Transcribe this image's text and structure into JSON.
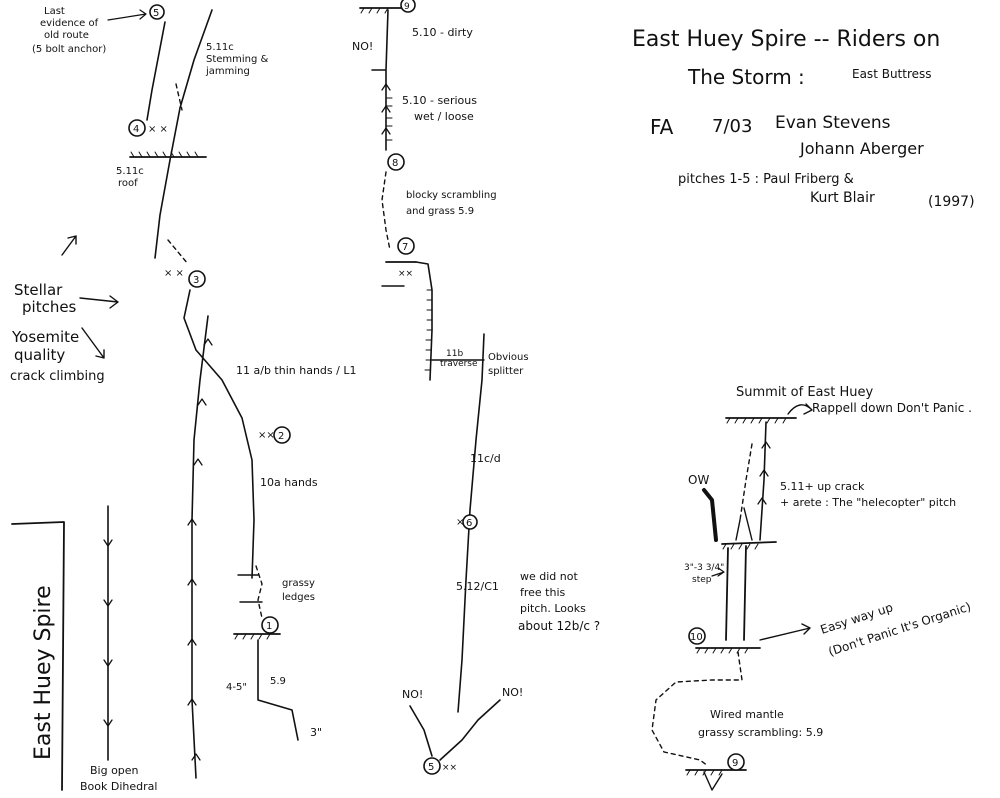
{
  "title": {
    "line1": "East Huey Spire -- Riders on",
    "line2_a": "The Storm :",
    "line2_b": "East Buttress"
  },
  "fa": {
    "label": "FA",
    "date": "7/03",
    "climber1": "Evan Stevens",
    "climber2": "Johann Aberger",
    "pitches_note": "pitches 1-5 : Paul Friberg &",
    "climber3": "Kurt Blair",
    "year": "(1997)"
  },
  "formation_label": "East Huey Spire",
  "bottom_label": {
    "line1": "Big open",
    "line2": "Book Dihedral"
  },
  "left_notes": {
    "stellar1": "Stellar",
    "stellar2": "pitches",
    "yos1": "Yosemite",
    "yos2": "quality",
    "yos3": "crack climbing"
  },
  "col1": {
    "top_note1": "Last",
    "top_note2": "evidence of",
    "top_note3": "old route",
    "top_note4": "(5 bolt anchor)",
    "pitch5_anchor": "5",
    "grade_511c_stem": "5.11c",
    "stem1": "Stemming &",
    "stem2": "jamming",
    "anchor4": "4",
    "grade_roof": "5.11c",
    "roof": "roof",
    "anchor3": "3",
    "grade_11ab": "11 a/b   thin hands / L1",
    "anchor2": "2",
    "grade_10a": "10a hands",
    "grassy1": "grassy",
    "grassy2": "ledges",
    "anchor1": "1",
    "size_45": "4-5\"",
    "grade_59": "5.9",
    "size_3": "3\""
  },
  "col2": {
    "anchor_top": "9",
    "grade_510_dirty": "5.10 - dirty",
    "no1": "NO!",
    "grade_510_serious": "5.10 - serious",
    "wet_loose": "wet / loose",
    "anchor8": "8",
    "blocky1": "blocky scrambling",
    "blocky2": "and grass  5.9",
    "anchor7": "7",
    "traverse1": "11b",
    "traverse2": "traverse",
    "obvious1": "Obvious",
    "obvious2": "splitter",
    "grade_11cd": "11c/d",
    "anchor6": "6",
    "grade_512c1": "5.12/C1",
    "not_free1": "we did not",
    "not_free2": "free this",
    "not_free3": "pitch. Looks",
    "not_free4": "about 12b/c ?",
    "no2": "NO!",
    "no3": "NO!",
    "anchor5": "5"
  },
  "col3": {
    "summit": "Summit of East Huey",
    "rappel": "Rappell down Don't Panic .",
    "ow": "OW",
    "crack1": "5.11+ up crack",
    "crack2": "+ arete : The \"helecopter\" pitch",
    "size_334": "3\"-3 3/4\"",
    "step": "step",
    "easy1": "Easy way up",
    "easy2": "(Don't Panic It's Organic)",
    "anchor10": "10",
    "wired1": "Wired mantle",
    "wired2": "grassy scrambling: 5.9",
    "anchor9": "9"
  }
}
